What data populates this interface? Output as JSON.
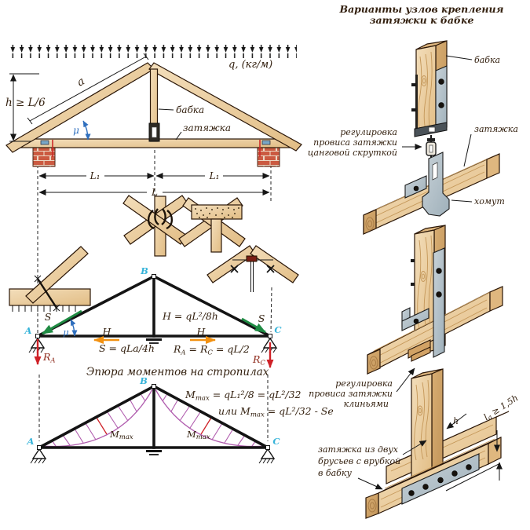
{
  "truss": {
    "load": "q, (кг/м)",
    "height": "h ≥ L/6",
    "rafter_len": "a",
    "angle": "μ",
    "post": "бабка",
    "tie": "затяжка",
    "dim_l1": "L₁",
    "dim_l": "L"
  },
  "nodes": {
    "A": "A",
    "B": "B",
    "C": "C"
  },
  "force": {
    "S": "S",
    "H": "H",
    "mu": "μ",
    "h_eq": "H = qL²/8h",
    "s_eq": "S = qLa/4h",
    "r_eq": [
      "R",
      "A",
      " = R",
      "C",
      " = qL/2"
    ],
    "Ra": [
      "R",
      "A"
    ],
    "Rc": [
      "R",
      "C"
    ]
  },
  "moment": {
    "title": "Эпюра моментов на стропилах",
    "eq1": [
      "M",
      "max",
      " = qL₁²/8 = qL²/32"
    ],
    "eq2": [
      "или M",
      "max",
      " = qL²/32 - Se"
    ],
    "mmax": [
      "M",
      "max"
    ]
  },
  "right": {
    "title1": "Варианты узлов крепления",
    "title2": "затяжки к бабке",
    "babka": "бабка",
    "zatyazhka": "затяжка",
    "khomut": "хомут",
    "reg1": [
      "регулировка",
      "провиса затяжки",
      "цанговой скруткой"
    ],
    "reg2": [
      "регулировка",
      "провиса затяжки",
      "клиньями"
    ],
    "tie2": [
      "затяжка из двух",
      "брусьев с врубкой",
      "в бабку"
    ],
    "dim_h": "h",
    "dim_l": [
      "l",
      "a",
      " ≥ 1,5h"
    ]
  },
  "palette": {
    "wood": "#e9c897",
    "metal": "#b9c6cd",
    "brick": "#cb5a41",
    "node_label": "#35b3d9",
    "force_h": "#f29111",
    "force_s": "#1f8b43",
    "reaction": "#cf2127",
    "angle": "#2f6fbe",
    "moment_curve": "#b05cae"
  }
}
